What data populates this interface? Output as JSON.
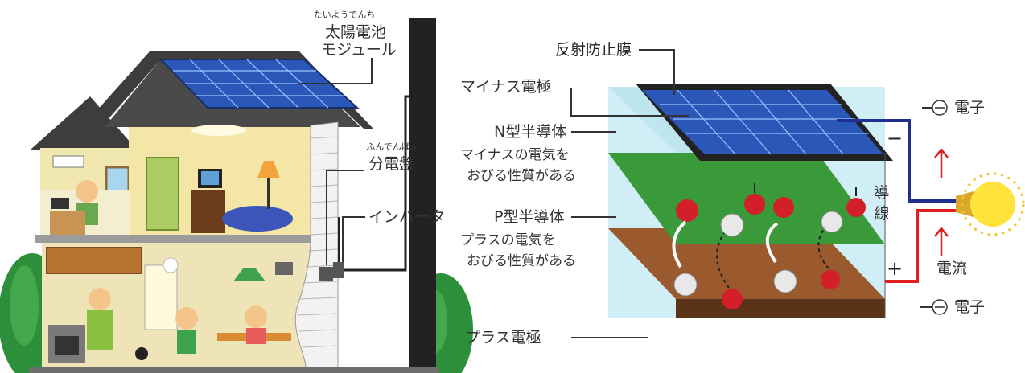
{
  "house": {
    "module_ruby": "たいようでんち",
    "module_line1": "太陽電池",
    "module_line2": "モジュール",
    "panel_ruby": "ふんでんばん",
    "panel_label": "分電盤",
    "inverter_label": "インバータ"
  },
  "cell": {
    "anti_reflection": "反射防止膜",
    "minus_electrode": "マイナス電極",
    "n_type_title": "N型半導体",
    "n_type_desc1": "マイナスの電気を",
    "n_type_desc2": "おびる性質がある",
    "p_type_title": "P型半導体",
    "p_type_desc1": "プラスの電気を",
    "p_type_desc2": "おびる性質がある",
    "plus_electrode": "プラス電極",
    "electron_top": "電子",
    "electron_bottom": "電子",
    "wire_char1": "導",
    "wire_char2": "線",
    "current": "電流",
    "minus_sign": "−",
    "plus_sign": "+"
  },
  "colors": {
    "roof": "#3d3d3d",
    "solar_panel": "#2a57b8",
    "wall_upper": "#f3e6a6",
    "wall_lower": "#efe3b8",
    "n_layer": "#bfe6ef",
    "p_layer": "#3a9a3a",
    "plus_electrode": "#9a5a2e",
    "wire_minus": "#1f2f8f",
    "wire_plus": "#e01f1f",
    "bulb": "#ffe23a"
  }
}
